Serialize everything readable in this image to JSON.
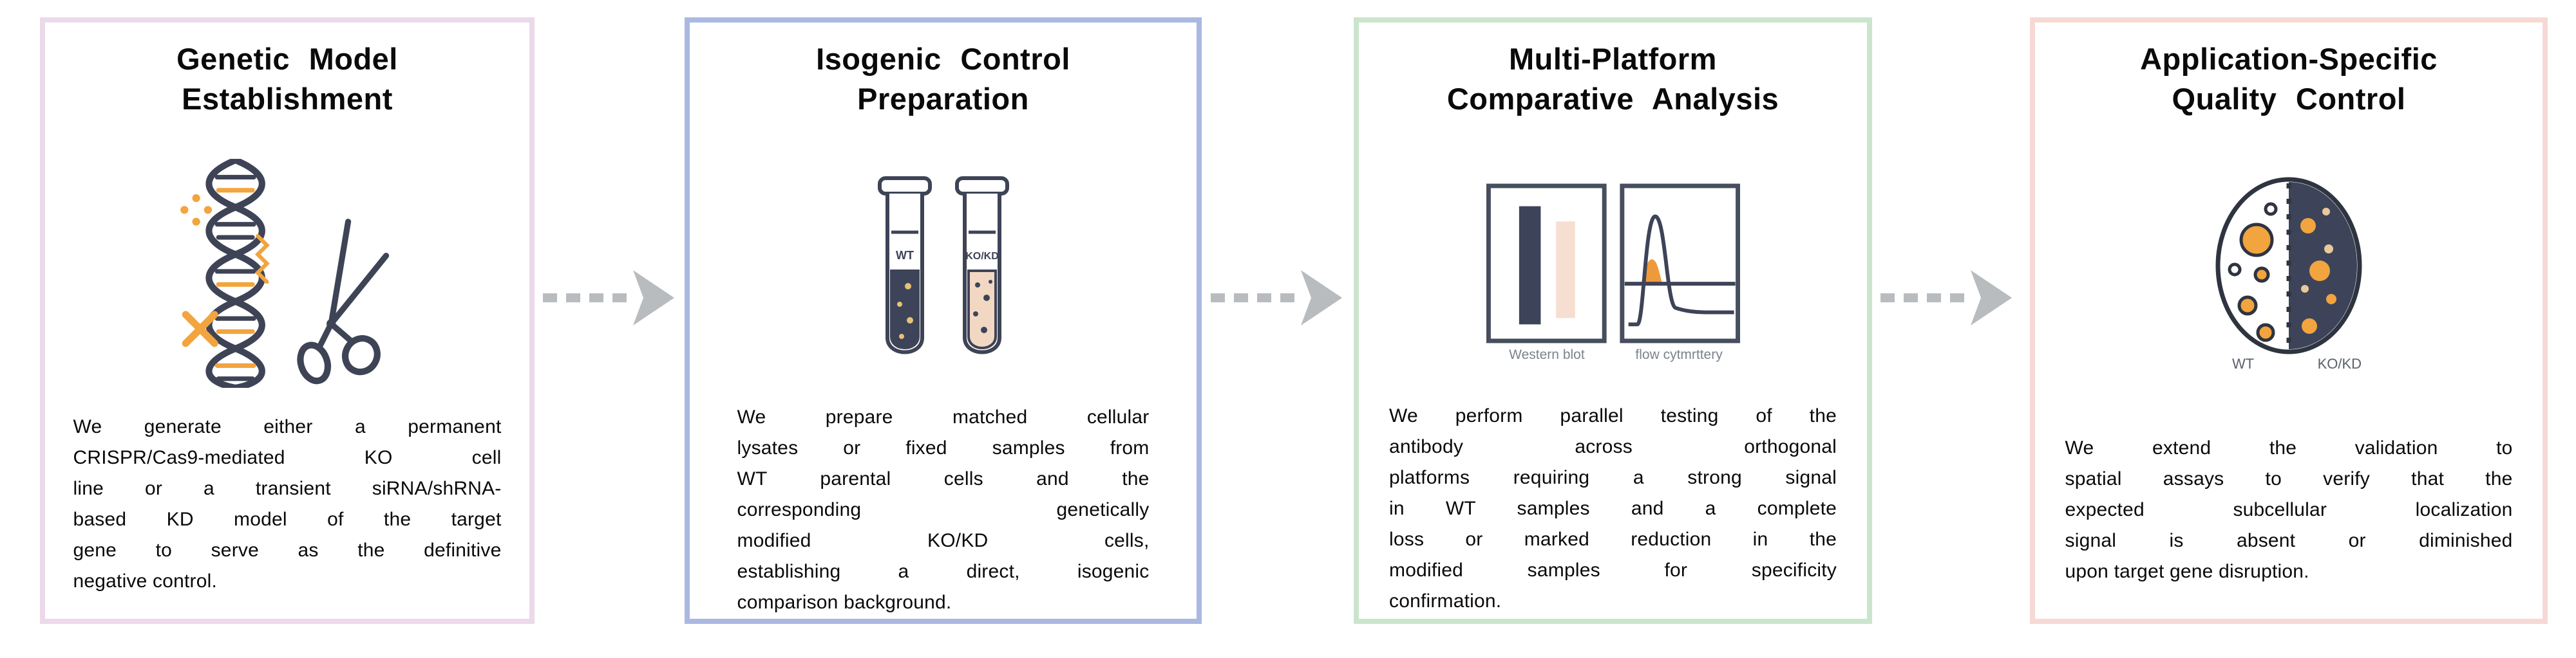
{
  "diagram": {
    "arrow_color": "#b9bcbf",
    "accent_navy": "#3d4459",
    "accent_orange": "#f2a43e",
    "panels": [
      {
        "id": "genetic-model-establishment",
        "border_color": "#ecd9ea",
        "title_lines": [
          "Genetic Model",
          "Establishment"
        ],
        "icon": "dna-scissors-icon",
        "description_lines": [
          "We generate either a permanent",
          "CRISPR/Cas9-mediated KO cell",
          "line or a transient siRNA/shRNA-",
          "based KD model of the target",
          "gene to serve as the definitive",
          "negative control."
        ]
      },
      {
        "id": "isogenic-control-preparation",
        "border_color": "#aab8e2",
        "title_lines": [
          "Isogenic Control",
          "Preparation"
        ],
        "icon": "test-tubes-icon",
        "tube_labels": [
          "WT",
          "KO/KD"
        ],
        "description_lines": [
          "We prepare matched cellular",
          "lysates or fixed samples from",
          "WT parental cells and the",
          "corresponding genetically",
          "modified KO/KD cells,",
          "establishing a direct, isogenic",
          "comparison background."
        ]
      },
      {
        "id": "multi-platform-comparative-analysis",
        "border_color": "#cbe5cc",
        "title_lines": [
          "Multi-Platform",
          "Comparative Analysis"
        ],
        "icon": "western-blot-flow-cytometry-icon",
        "platform_labels": [
          "Western blot",
          "flow cytmrttery"
        ],
        "description_lines": [
          "We perform parallel testing of the",
          "antibody across orthogonal",
          "platforms requiring a strong signal",
          "in WT samples and a complete",
          "loss or marked reduction in the",
          "modified samples for specificity",
          "confirmation."
        ]
      },
      {
        "id": "application-specific-quality-control",
        "border_color": "#f6d9d5",
        "title_lines": [
          "Application-Specific",
          "Quality Control"
        ],
        "icon": "petri-dish-cells-icon",
        "sample_labels": [
          "WT",
          "KO/KD"
        ],
        "description_lines": [
          "We extend the validation to",
          "spatial assays to verify that the",
          "expected subcellular localization",
          "signal is absent or diminished",
          "upon target gene disruption."
        ]
      }
    ]
  }
}
